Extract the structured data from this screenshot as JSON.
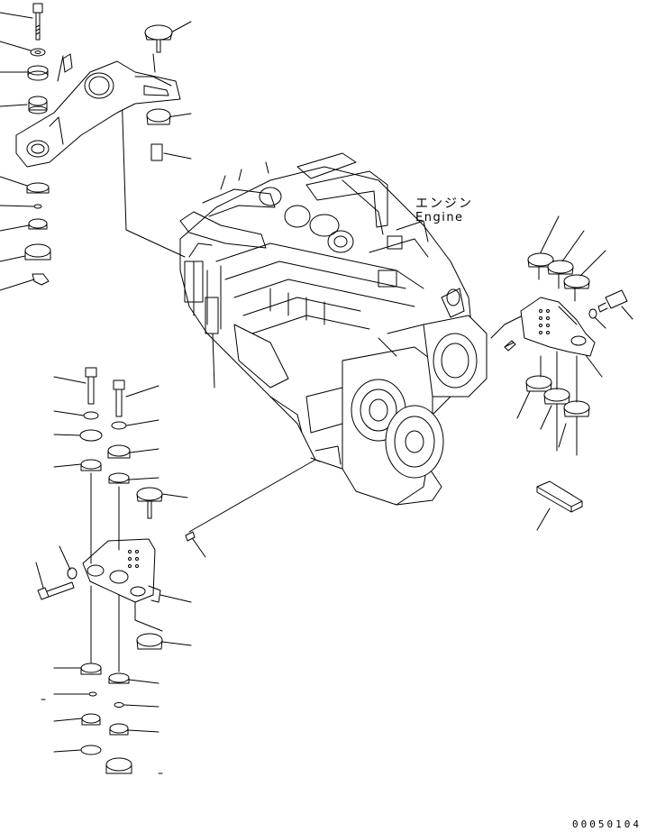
{
  "diagram": {
    "callout_engine_jp": "エンジン",
    "callout_engine_en": "Engine",
    "figure_number": "00050104",
    "line_color": "#000000",
    "fill_color": "#ffffff"
  }
}
